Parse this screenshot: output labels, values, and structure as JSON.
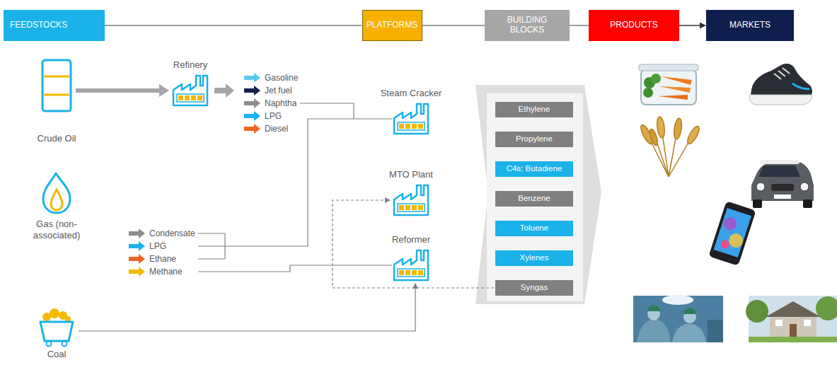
{
  "diagram": {
    "nodes": [
      {
        "text": [
          "FEEDSTOCKS"
        ]
      },
      {
        "text": [
          "PLATFORMS"
        ]
      },
      {
        "text": [
          "BUILDING BLOCKS"
        ]
      },
      {
        "text": [
          "PRODUCTS"
        ]
      },
      {
        "text": [
          "MARKETS"
        ]
      },
      {
        "text": [
          "Crude Oil"
        ]
      },
      {
        "text": [
          "Gas (non-associated)"
        ]
      },
      {
        "text": [
          "Coal"
        ]
      },
      {
        "text": [
          "Refinery"
        ]
      },
      {
        "text": [
          "Steam Cracker"
        ]
      },
      {
        "text": [
          "MTO Plant"
        ]
      },
      {
        "text": [
          "Reformer"
        ]
      },
      {
        "text": [
          "Ethylene"
        ]
      },
      {
        "text": [
          "Propylene"
        ]
      },
      {
        "text": [
          "C4s; Butadiene"
        ]
      },
      {
        "text": [
          "Benzene"
        ]
      },
      {
        "text": [
          "Toluene"
        ]
      },
      {
        "text": [
          "Xylenes"
        ]
      },
      {
        "text": [
          "Syngas"
        ]
      }
    ],
    "edges": [
      {
        "from": 0,
        "to": 1,
        "arrow": "none"
      },
      {
        "from": 1,
        "to": 2,
        "arrow": "none"
      },
      {
        "from": 2,
        "to": 3,
        "arrow": "none"
      },
      {
        "from": 3,
        "to": 4,
        "arrow": "to"
      },
      {
        "from": 5,
        "to": 8,
        "arrow": "to"
      },
      {
        "from": 7,
        "to": 11,
        "arrow": "to"
      },
      {
        "from": 18,
        "to": 10,
        "arrow": "to"
      }
    ],
    "labels": [
      "Gasoline",
      "Jet fuel",
      "Naphtha",
      "LPG",
      "Diesel",
      "Condensate",
      "LPG",
      "Ethane",
      "Methane"
    ]
  }
}
